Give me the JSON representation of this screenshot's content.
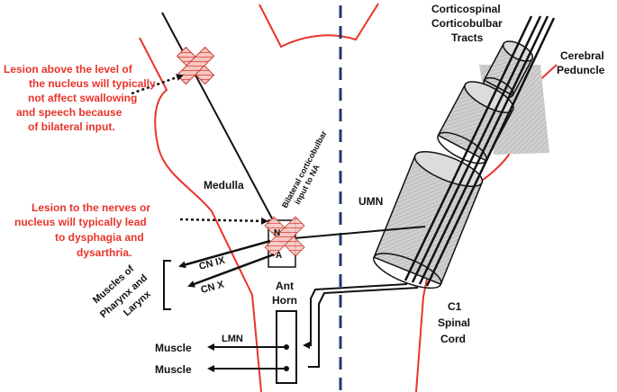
{
  "labels": {
    "tracts_line1": "Corticospinal",
    "tracts_line2": "Corticobulbar",
    "tracts_line3": "Tracts",
    "peduncle_line1": "Cerebral",
    "peduncle_line2": "Peduncle",
    "medulla": "Medulla",
    "umn": "UMN",
    "na_input_line1": "Bilateral corticobulbar",
    "na_input_line2": "input to NA",
    "cn_ix": "CN IX",
    "cn_x": "CN X",
    "muscles_line1": "Muscles of",
    "muscles_line2": "Pharynx and",
    "muscles_line3": "Larynx",
    "ant_line1": "Ant",
    "ant_line2": "Horn",
    "lmn": "LMN",
    "muscle_1": "Muscle",
    "muscle_2": "Muscle",
    "c1_line1": "C1",
    "c1_line2": "Spinal",
    "c1_line3": "Cord",
    "nucleus_mark_n": "N",
    "nucleus_mark_a": "A"
  },
  "annotations": {
    "upper_lesion": [
      "Lesion above the level of",
      "the nucleus will typically",
      "not affect swallowing",
      "and speech because",
      "of bilateral input."
    ],
    "lower_lesion": [
      "Lesion to the nerves or",
      "nucleus will typically lead",
      "to dysphagia and",
      "dysarthria."
    ]
  },
  "colors": {
    "outline": "#e8342a",
    "annotation_text": "#e8342a",
    "midline": "#1f3a6e",
    "cylinder_fill": "#c8c8c8",
    "stroke": "#111111"
  }
}
